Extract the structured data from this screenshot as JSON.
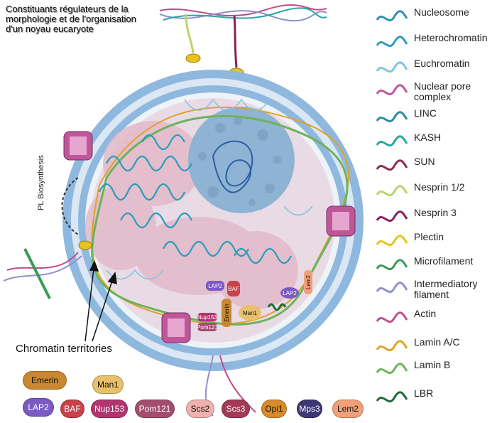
{
  "title": {
    "line1": "Constituants régulateurs de la",
    "line2": "morphologie et de l'organisation",
    "line3": "d'un noyau eucaryote"
  },
  "labels": {
    "chromatin_territories": "Chromatin territories",
    "pl_biosynthesis": "PL Biosynthesis"
  },
  "legend": [
    {
      "key": "nucleosome",
      "label": "Nucleosome",
      "color": "#2f8fb3"
    },
    {
      "key": "heterochromatin",
      "label": "Heterochromatin",
      "color": "#2a9dbf"
    },
    {
      "key": "euchromatin",
      "label": "Euchromatin",
      "color": "#7cc6dd"
    },
    {
      "key": "npc",
      "label": "Nuclear pore complex",
      "color": "#c0569a"
    },
    {
      "key": "linc",
      "label": "LINC",
      "color": "#2e8ba8"
    },
    {
      "key": "kash",
      "label": "KASH",
      "color": "#2aa6a0"
    },
    {
      "key": "sun",
      "label": "SUN",
      "color": "#8a2b55"
    },
    {
      "key": "nesprin12",
      "label": "Nesprin 1/2",
      "color": "#b9d36a"
    },
    {
      "key": "nesprin3",
      "label": "Nesprin 3",
      "color": "#8a1f5c"
    },
    {
      "key": "plectin",
      "label": "Plectin",
      "color": "#e8c21d"
    },
    {
      "key": "microfilament",
      "label": "Microfilament",
      "color": "#3a9a56"
    },
    {
      "key": "intermediate",
      "label": "Intermediatory filament",
      "color": "#8f8fcf"
    },
    {
      "key": "actin",
      "label": "Actin",
      "color": "#c04d8a"
    },
    {
      "key": "laminac",
      "label": "Lamin A/C",
      "color": "#e0a22a"
    },
    {
      "key": "laminb",
      "label": "Lamin B",
      "color": "#6cb35a"
    },
    {
      "key": "lbr",
      "label": "LBR",
      "color": "#1f6b3a"
    }
  ],
  "proteins": [
    {
      "key": "emerin",
      "label": "Emerin",
      "color": "#c9882f"
    },
    {
      "key": "man1",
      "label": "Man1",
      "color": "#e9c06a"
    },
    {
      "key": "lap2",
      "label": "LAP2",
      "color": "#7a5bc4"
    },
    {
      "key": "baf",
      "label": "BAF",
      "color": "#c8424a"
    },
    {
      "key": "nup153",
      "label": "Nup153",
      "color": "#b2356f"
    },
    {
      "key": "pom121",
      "label": "Pom121",
      "color": "#a44e6e"
    },
    {
      "key": "scs2",
      "label": "Scs2",
      "color": "#efb2ae"
    },
    {
      "key": "scs3",
      "label": "Scs3",
      "color": "#a33a57"
    },
    {
      "key": "opi1",
      "label": "Opi1",
      "color": "#d98a2a"
    },
    {
      "key": "mps3",
      "label": "Mps3",
      "color": "#3e3775"
    },
    {
      "key": "lem2",
      "label": "Lem2",
      "color": "#f2a07a"
    }
  ],
  "in_diagram_labels": {
    "lap2": "LAP2",
    "baf": "BAF",
    "emerin": "Emerin",
    "man1": "Man1",
    "nup153": "Nup153",
    "pom121": "Pom121",
    "lem2": "Lem2",
    "lap2b": "LAP2"
  },
  "colors": {
    "outer_membrane": "#8fb8df",
    "membrane_gap": "#dbe8f4",
    "nucleoplasm": "#e9dbe6",
    "chromatin_pink": "#e3b9c8",
    "nucleolus": "#8fb3d2"
  }
}
